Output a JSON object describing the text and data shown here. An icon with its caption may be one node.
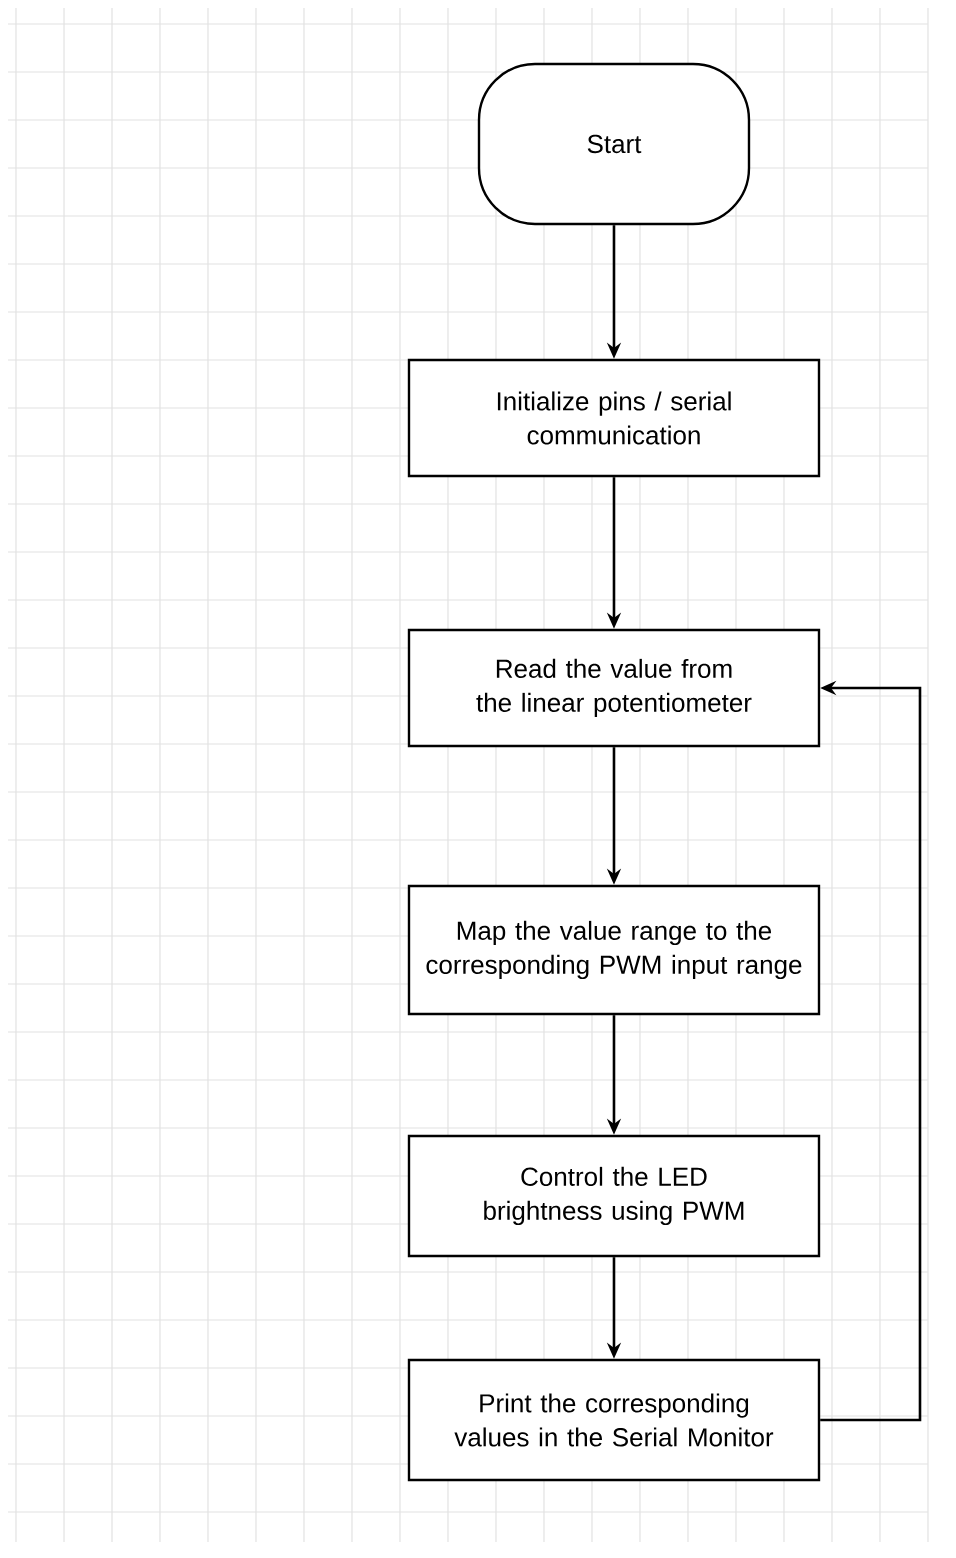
{
  "diagram": {
    "nodes": [
      {
        "text": [
          "Start"
        ]
      },
      {
        "text": [
          "Initialize pins / serial communication"
        ]
      },
      {
        "text": [
          "Read the value from the linear potentiometer"
        ]
      },
      {
        "text": [
          "Map the value range to the corresponding PWM input range"
        ]
      },
      {
        "text": [
          "Control the LED brightness using PWM"
        ]
      },
      {
        "text": [
          "Print the corresponding values in the Serial Monitor"
        ]
      }
    ],
    "edges": [
      {
        "from": 0,
        "to": 1,
        "arrow": "to"
      },
      {
        "from": 1,
        "to": 2,
        "arrow": "to"
      },
      {
        "from": 2,
        "to": 3,
        "arrow": "to"
      },
      {
        "from": 3,
        "to": 4,
        "arrow": "to"
      },
      {
        "from": 4,
        "to": 5,
        "arrow": "to"
      },
      {
        "from": 5,
        "to": 2,
        "arrow": "to"
      }
    ]
  }
}
